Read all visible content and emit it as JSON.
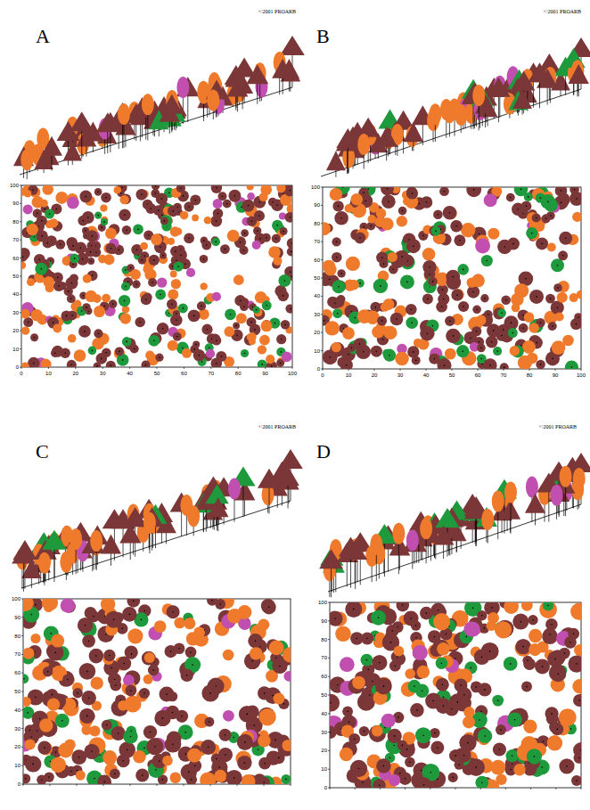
{
  "diagram": {
    "labels": [
      "A",
      "©2001 PROARB",
      "0",
      "10",
      "20",
      "30",
      "40",
      "50",
      "60",
      "70",
      "80",
      "90",
      "100",
      "0",
      "10",
      "20",
      "30",
      "40",
      "50",
      "60",
      "70",
      "80",
      "90",
      "100",
      "B",
      "©2001 PROARB",
      "0",
      "10",
      "20",
      "30",
      "40",
      "50",
      "60",
      "70",
      "80",
      "90",
      "100",
      "0",
      "10",
      "20",
      "30",
      "40",
      "50",
      "60",
      "70",
      "80",
      "90",
      "100",
      "C",
      "©2001 PROARB",
      "0",
      "10",
      "20",
      "30",
      "40",
      "50",
      "60",
      "70",
      "80",
      "90",
      "100",
      "D",
      "©2001 PROARB",
      "0",
      "10",
      "20",
      "30",
      "40",
      "50",
      "60",
      "70",
      "80",
      "90",
      "100"
    ]
  }
}
